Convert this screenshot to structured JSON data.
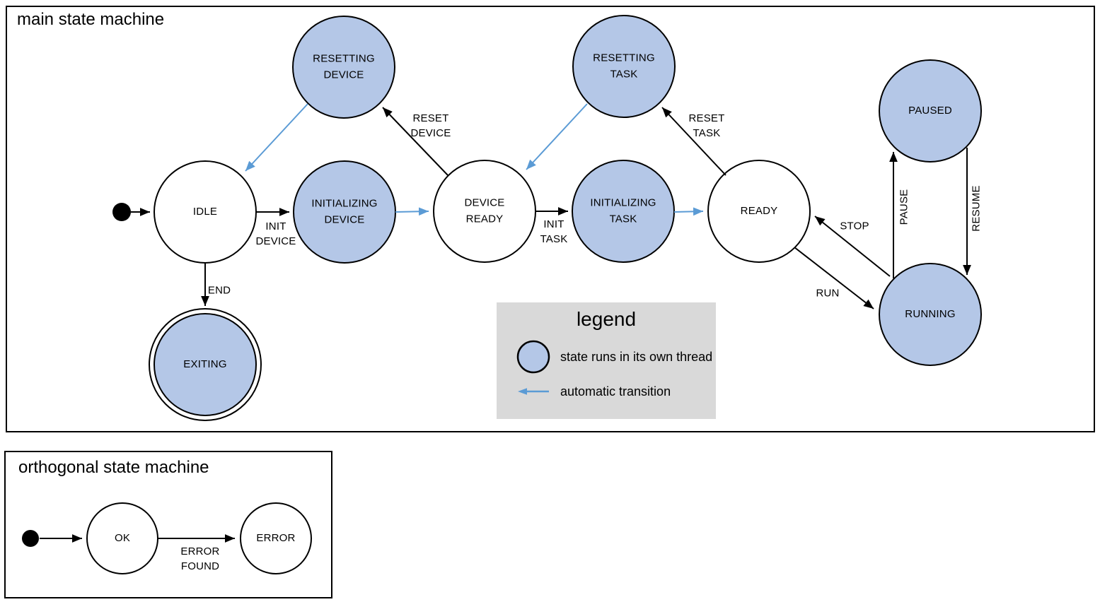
{
  "colors": {
    "threaded_state_fill": "#b4c7e7",
    "automatic_transition_arrow": "#5b9bd5",
    "legend_background": "#d9d9d9",
    "outline": "#000000"
  },
  "main": {
    "title": "main state machine",
    "states": {
      "idle": {
        "label": "IDLE"
      },
      "resetting_device": {
        "label": "RESETTING\nDEVICE"
      },
      "initializing_device": {
        "label": "INITIALIZING\nDEVICE"
      },
      "device_ready": {
        "label": "DEVICE\nREADY"
      },
      "resetting_task": {
        "label": "RESETTING\nTASK"
      },
      "initializing_task": {
        "label": "INITIALIZING\nTASK"
      },
      "ready": {
        "label": "READY"
      },
      "paused": {
        "label": "PAUSED"
      },
      "running": {
        "label": "RUNNING"
      },
      "exiting": {
        "label": "EXITING"
      }
    },
    "transitions": {
      "init_device": {
        "label": "INIT\nDEVICE"
      },
      "reset_device": {
        "label": "RESET\nDEVICE"
      },
      "init_task": {
        "label": "INIT\nTASK"
      },
      "reset_task": {
        "label": "RESET\nTASK"
      },
      "end": {
        "label": "END"
      },
      "run": {
        "label": "RUN"
      },
      "stop": {
        "label": "STOP"
      },
      "pause": {
        "label": "PAUSE"
      },
      "resume": {
        "label": "RESUME"
      }
    }
  },
  "legend": {
    "title": "legend",
    "items": [
      {
        "icon": "threaded-state-icon",
        "label": "state runs in its own thread"
      },
      {
        "icon": "automatic-transition-arrow-icon",
        "label": "automatic transition"
      }
    ]
  },
  "orthogonal": {
    "title": "orthogonal state machine",
    "states": {
      "ok": {
        "label": "OK"
      },
      "error": {
        "label": "ERROR"
      }
    },
    "transitions": {
      "error_found": {
        "label": "ERROR\nFOUND"
      }
    }
  }
}
